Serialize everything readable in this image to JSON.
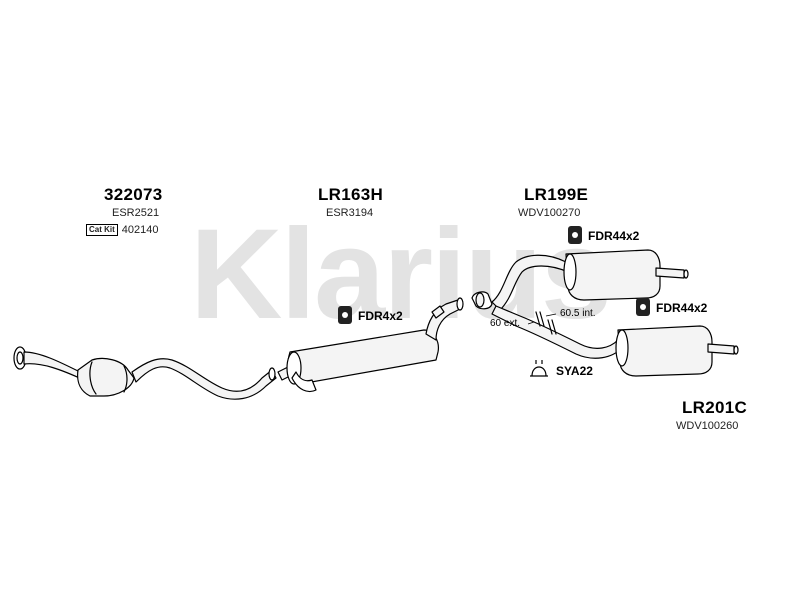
{
  "watermark": {
    "text": "Klarius",
    "color": "#e3e3e3"
  },
  "parts": [
    {
      "code": "322073",
      "sub": "ESR2521",
      "catkit_label": "Cat Kit",
      "catkit_value": "402140"
    },
    {
      "code": "LR163H",
      "sub": "ESR3194"
    },
    {
      "code": "LR199E",
      "sub": "WDV100270"
    },
    {
      "code": "LR201C",
      "sub": "WDV100260"
    }
  ],
  "fittings": [
    {
      "label": "FDR4x2",
      "icon": "rubber-hanger-icon"
    },
    {
      "label": "FDR44x2",
      "icon": "rubber-hanger-icon"
    },
    {
      "label": "FDR44x2",
      "icon": "rubber-hanger-icon"
    },
    {
      "label": "SYA22",
      "icon": "exhaust-clamp-icon"
    }
  ],
  "notes": {
    "ext": "60 ext.",
    "int": "60.5 int."
  },
  "colors": {
    "line": "#000000",
    "fill": "#f4f4f4",
    "watermark": "#e3e3e3"
  }
}
